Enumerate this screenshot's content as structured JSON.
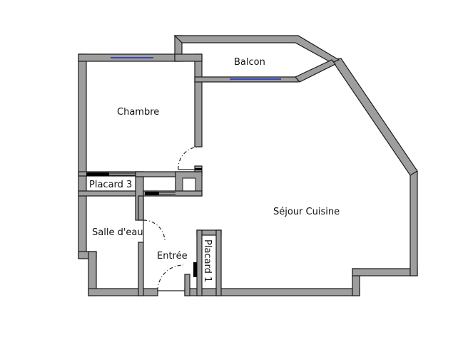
{
  "plan": {
    "rooms": {
      "balcon": "Balcon",
      "chambre": "Chambre",
      "placard3": "Placard 3",
      "salle_deau": "Salle d'eau",
      "entree": "Entrée",
      "placard1": "Placard 1",
      "sejour": "Séjour Cuisine"
    },
    "colors": {
      "wall": "#9e9e9e",
      "window": "#3b49b8",
      "background": "#ffffff"
    }
  }
}
